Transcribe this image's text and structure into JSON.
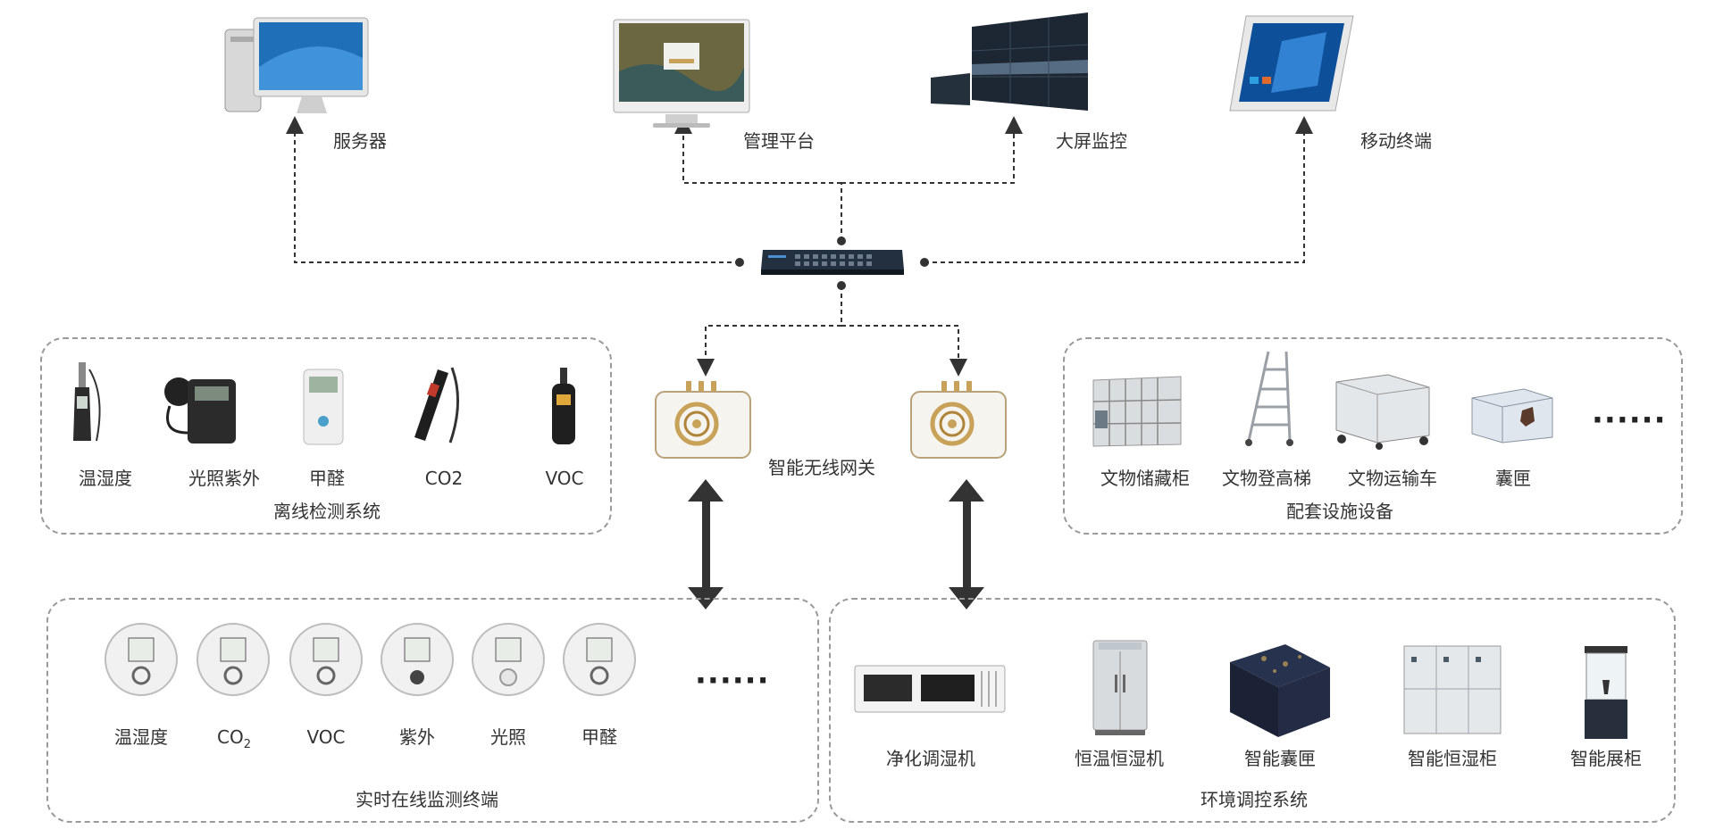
{
  "top": {
    "server": "服务器",
    "platform": "管理平台",
    "bigscreen": "大屏监控",
    "mobile": "移动终端"
  },
  "gateway": {
    "label": "智能无线网关"
  },
  "offline": {
    "title": "离线检测系统",
    "items": [
      "温湿度",
      "光照紫外",
      "甲醛",
      "CO2",
      "VOC"
    ]
  },
  "facility": {
    "title": "配套设施设备",
    "items": [
      "文物储藏柜",
      "文物登高梯",
      "文物运输车",
      "囊匣"
    ],
    "more": "······"
  },
  "online": {
    "title": "实时在线监测终端",
    "items": [
      "温湿度",
      "CO",
      "VOC",
      "紫外",
      "光照",
      "甲醛"
    ],
    "co2_sub": "2",
    "more": "······"
  },
  "env": {
    "title": "环境调控系统",
    "items": [
      "净化调湿机",
      "恒温恒湿机",
      "智能囊匣",
      "智能恒湿柜",
      "智能展柜"
    ]
  },
  "colors": {
    "line": "#333333",
    "border": "#9a9a9a",
    "gold": "#c9a25a"
  },
  "icons": [
    "server-computer-icon",
    "monitor-icon",
    "video-wall-icon",
    "tablet-icon",
    "network-switch-icon",
    "gateway-icon",
    "sensor-icon"
  ]
}
